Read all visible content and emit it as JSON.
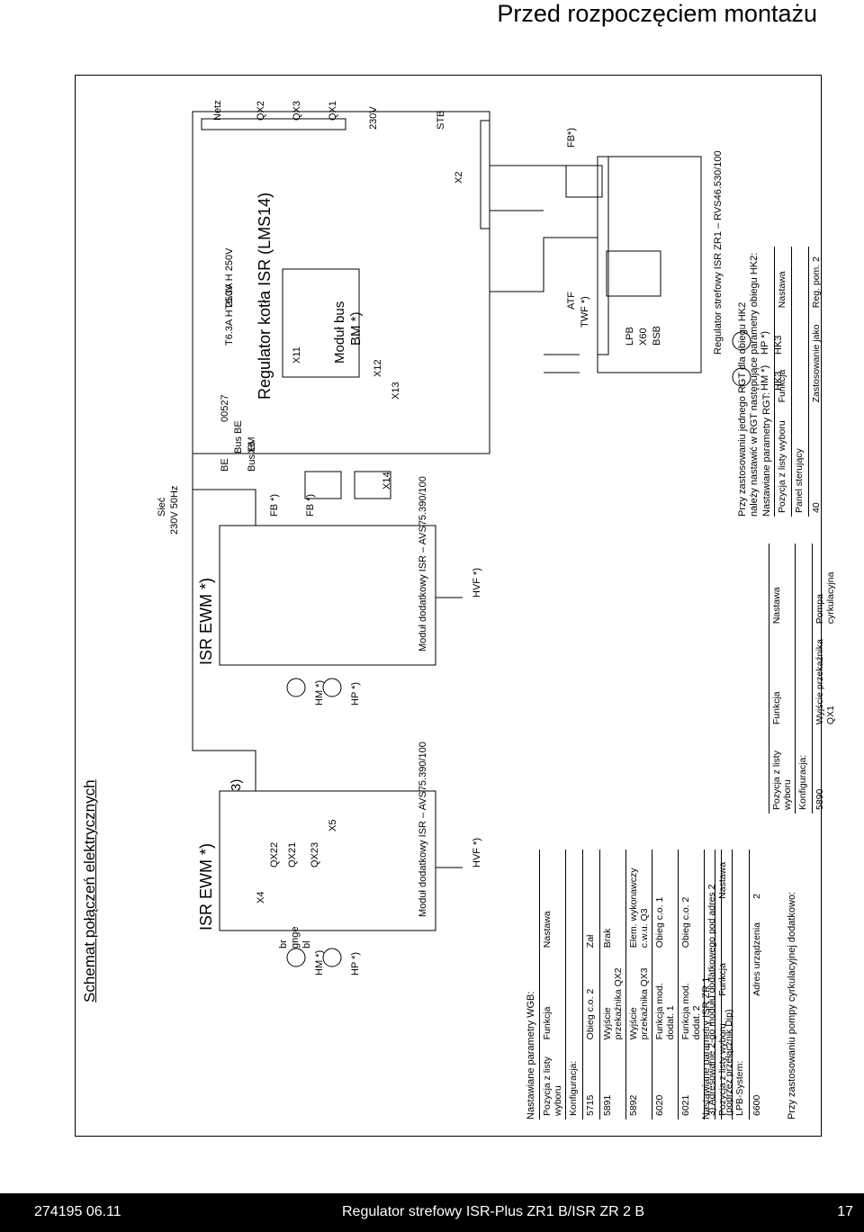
{
  "header": {
    "title": "Przed rozpoczęciem montażu"
  },
  "footer": {
    "doc_number": "274195 06.11",
    "doc_title": "Regulator strefowy ISR-Plus ZR1 B/ISR ZR 2 B",
    "page": "17"
  },
  "diagram": {
    "title": "Schemat połączeń elektrycznych",
    "isr_ewm_left": "ISR EWM *)",
    "isr_ewm_mid": "ISR EWM *)",
    "note3": "3)",
    "modul_label": "Moduł  dodatkowy  ISR – AVS75.390/100",
    "modul_label2": "Moduł  dodatkowy  ISR – AVS75.390/100",
    "boiler_title": "Regulator kotła ISR (LMS14)",
    "modul_bus": "Moduł bus",
    "modul_bus2": "BM *)",
    "siec": "Sieć",
    "siec2": "230V 50Hz",
    "code_00527": "00527",
    "fuse1": "T6.3A H 250V",
    "fuse2": "T6.3A H 250V",
    "x11": "X11",
    "x12": "X12",
    "x13": "X13",
    "x14": "X14",
    "x5": "X5",
    "x6": "X6",
    "x4": "X4",
    "x2": "X2",
    "netz": "Netz",
    "qx2": "QX2",
    "qx3": "QX3",
    "qx1": "QX1",
    "qx22": "QX22",
    "qx21": "QX21",
    "qx23": "QX23",
    "v230": "230V",
    "stb": "STB",
    "be": "BE",
    "fb": "FB *)",
    "fb2": "FB *)",
    "fb3": "FB*)",
    "hvf": "HVF *)",
    "hvf2": "HVF *)",
    "hm": "HM *)",
    "hp": "HP *)",
    "hm2": "HM *)",
    "hp2": "HP *)",
    "hm3": "HM *)",
    "hp3": "HP *)",
    "hk3": "HK3",
    "hk3b": "HK3",
    "atf": "ATF",
    "twf": "TWF *)",
    "bus_em": "Bus EM",
    "bus_be": "Bus BE",
    "lpb": "LPB",
    "x60": "X60",
    "bsb": "BSB",
    "rvs": "Regulator strefowy ISR ZR1 – RVS46.530/100",
    "wire_br": "br",
    "wire_gnge": "gnge",
    "wire_bl": "bl"
  },
  "tables": {
    "wgb": {
      "title": "Nastawiane parametry WGB:",
      "headers": [
        "Pozycja z listy wyboru",
        "Funkcja",
        "Nastawa"
      ],
      "section": "Konfiguracja:",
      "rows": [
        [
          "5715",
          "Obieg c.o. 2",
          "Zał"
        ],
        [
          "5891",
          "Wyjście przekaźnika QX2",
          "Brak"
        ],
        [
          "5892",
          "Wyjście przekaźnika QX3",
          "Elem. wykonawczy c.w.u. Q3"
        ],
        [
          "6020",
          "Funkcja mod. dodat. 1",
          "Obieg c.o. 1"
        ],
        [
          "6021",
          "Funkcja mod. dodat. 2",
          "Obieg c.o. 2"
        ]
      ],
      "note": "3) Adresowanie 2-go modułu dodatkowego pod adres 2",
      "note2": "(poprzez przełącznik Dip)"
    },
    "isr": {
      "title": "Nastawiane parametry ISR ZR 1:",
      "headers": [
        "Pozycja z listy wyboru",
        "Funkcja",
        "Nastawa"
      ],
      "section": "LPB-System:",
      "rows": [
        [
          "6600",
          "Adres urządzenia",
          "2"
        ]
      ]
    },
    "pump": {
      "title": "Przy zastosowaniu pompy cyrkulacyjnej dodatkowo:",
      "headers": [
        "Pozycja z listy wyboru",
        "Funkcja",
        "Nastawa"
      ],
      "section": "Konfiguracja:",
      "rows": [
        [
          "5890",
          "Wyjście przekaźnika QX1",
          "Pompa cyrkulacyjna"
        ]
      ]
    },
    "rgt": {
      "intro1": "Przy zastosowaniu jednego RGT dla obiegu HK2",
      "intro2": "należy nastawić w RGT następujące parametry obiegu HK2:",
      "title": "Nastawiane parametry RGT:",
      "headers": [
        "Pozycja z listy wyboru",
        "Funkcja",
        "Nastawa"
      ],
      "section": "Panel sterujący",
      "rows": [
        [
          "40",
          "Zastosowanie jako",
          "Reg. pom. 2"
        ]
      ]
    }
  }
}
